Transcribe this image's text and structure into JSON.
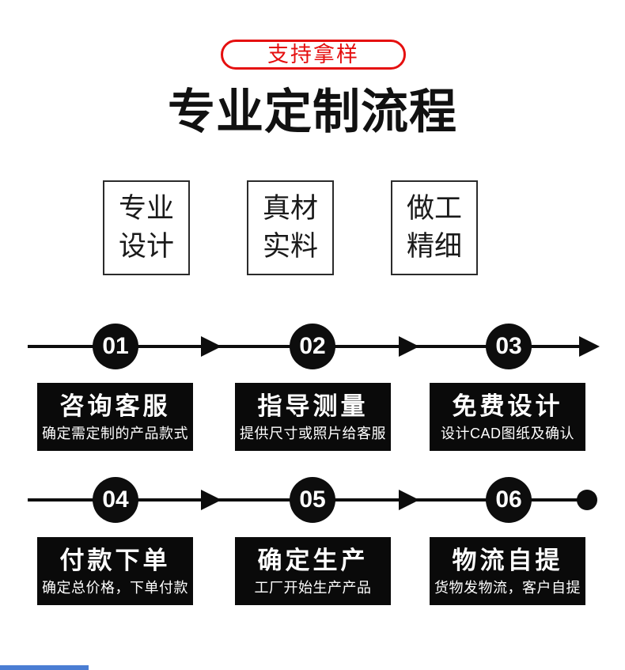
{
  "badge": {
    "label": "支持拿样"
  },
  "title": "专业定制流程",
  "features": [
    {
      "line1": "专业",
      "line2": "设计"
    },
    {
      "line1": "真材",
      "line2": "实料"
    },
    {
      "line1": "做工",
      "line2": "精细"
    }
  ],
  "steps": [
    {
      "num": "01",
      "title": "咨询客服",
      "desc": "确定需定制的产品款式"
    },
    {
      "num": "02",
      "title": "指导测量",
      "desc": "提供尺寸或照片给客服"
    },
    {
      "num": "03",
      "title": "免费设计",
      "desc": "设计CAD图纸及确认"
    },
    {
      "num": "04",
      "title": "付款下单",
      "desc": "确定总价格，下单付款"
    },
    {
      "num": "05",
      "title": "确定生产",
      "desc": "工厂开始生产产品"
    },
    {
      "num": "06",
      "title": "物流自提",
      "desc": "货物发物流，客户自提"
    }
  ],
  "colors": {
    "accent_red": "#e50f0f",
    "flow_black": "#0d0d0d",
    "card_bg": "#0a0a0a",
    "strip_blue": "#4a7dd3"
  }
}
